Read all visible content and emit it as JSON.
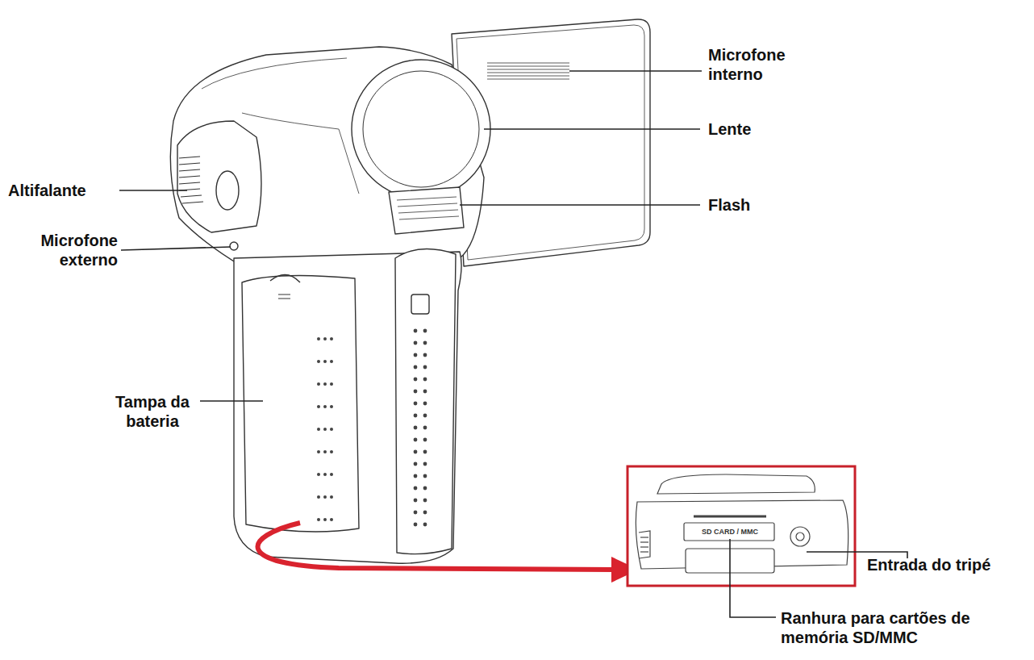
{
  "diagram": {
    "labels": [
      "Microfone interno",
      "Lente",
      "Flash",
      "Altifalante",
      "Microfone externo",
      "Tampa da bateria",
      "Entrada do tripé",
      "Ranhura para cartões de memória SD/MMC",
      "SD CARD / MMC"
    ]
  }
}
